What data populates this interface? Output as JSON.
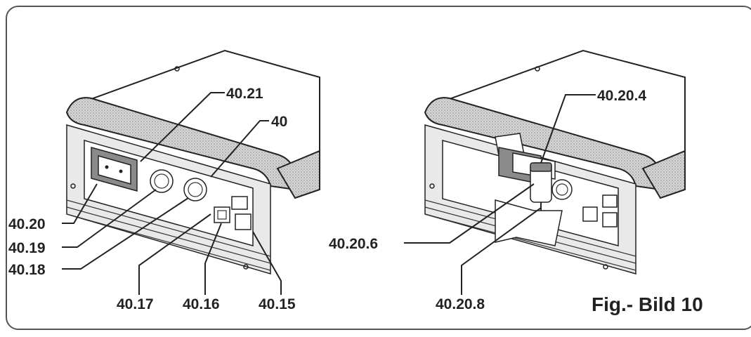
{
  "figure": {
    "caption": "Fig.- Bild 10",
    "left_view": {
      "labels": {
        "l_40_21": "40.21",
        "l_40": "40",
        "l_40_20": "40.20",
        "l_40_19": "40.19",
        "l_40_18": "40.18",
        "l_40_17": "40.17",
        "l_40_16": "40.16",
        "l_40_15": "40.15"
      }
    },
    "right_view": {
      "labels": {
        "l_40_20_4": "40.20.4",
        "l_40_20_6": "40.20.6",
        "l_40_20_8": "40.20.8"
      }
    }
  }
}
